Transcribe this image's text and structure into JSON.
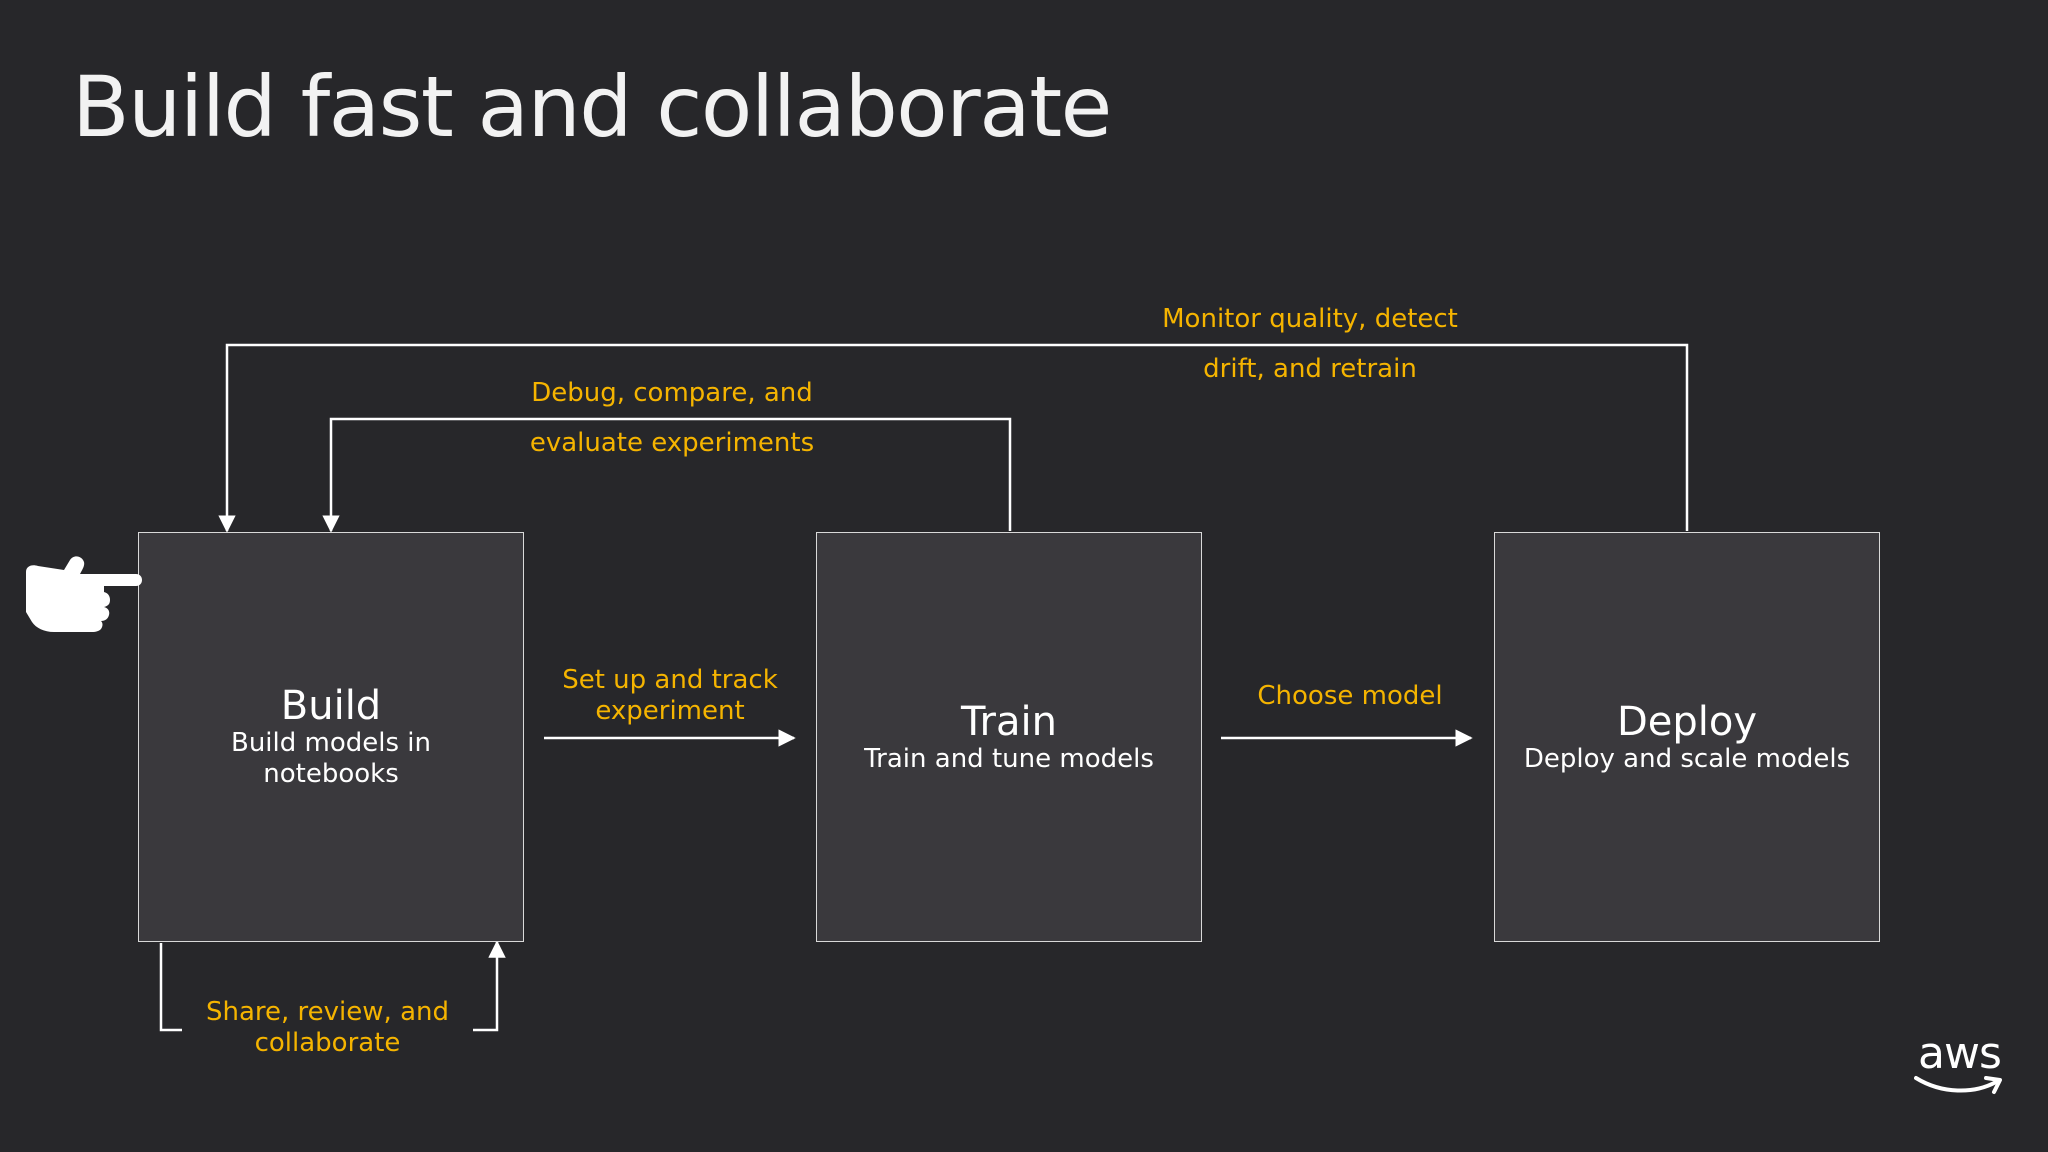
{
  "slide": {
    "title": "Build fast and collaborate"
  },
  "stages": {
    "build": {
      "title": "Build",
      "subtitle": "Build models in notebooks"
    },
    "train": {
      "title": "Train",
      "subtitle": "Train and tune models"
    },
    "deploy": {
      "title": "Deploy",
      "subtitle": "Deploy and scale models"
    }
  },
  "flows": {
    "setup": "Set up and track experiment",
    "choose": "Choose model",
    "debug_line1": "Debug, compare, and",
    "debug_line2": "evaluate experiments",
    "monitor_line1": "Monitor quality, detect",
    "monitor_line2": "drift, and retrain",
    "share": "Share, review, and collaborate"
  },
  "logo": {
    "text": "aws"
  },
  "colors": {
    "background": "#27272a",
    "box_fill": "#3a393d",
    "accent_label": "#f5b400",
    "line": "#ffffff"
  },
  "icons": [
    "pointing-hand-icon",
    "aws-logo-icon"
  ]
}
